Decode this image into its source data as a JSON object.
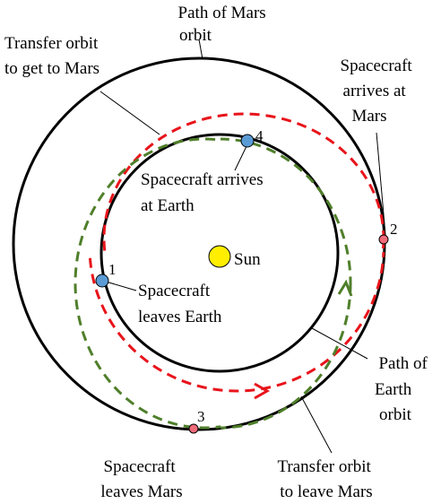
{
  "labels": {
    "mars_path": [
      "Path of Mars",
      "orbit"
    ],
    "transfer_to_mars": [
      "Transfer orbit",
      "to get to Mars"
    ],
    "arrives_mars": [
      "Spacecraft",
      "arrives at",
      "Mars"
    ],
    "arrives_earth": [
      "Spacecraft arrives",
      "at Earth"
    ],
    "sun": "Sun",
    "leaves_earth": [
      "Spacecraft",
      "leaves Earth"
    ],
    "earth_path": [
      "Path of",
      "Earth",
      "orbit"
    ],
    "leaves_mars": [
      "Spacecraft",
      "leaves Mars"
    ],
    "transfer_leave_mars": [
      "Transfer orbit",
      "to leave Mars"
    ]
  },
  "points": {
    "p1": "1",
    "p2": "2",
    "p3": "3",
    "p4": "4"
  },
  "colors": {
    "orbit": "#000000",
    "transfer_to_mars": "#e8141b",
    "transfer_leave_mars": "#4f7f2a",
    "earth_marker": "#5b9bd5",
    "mars_marker": "#f06b7a",
    "sun": "#ffee00"
  }
}
